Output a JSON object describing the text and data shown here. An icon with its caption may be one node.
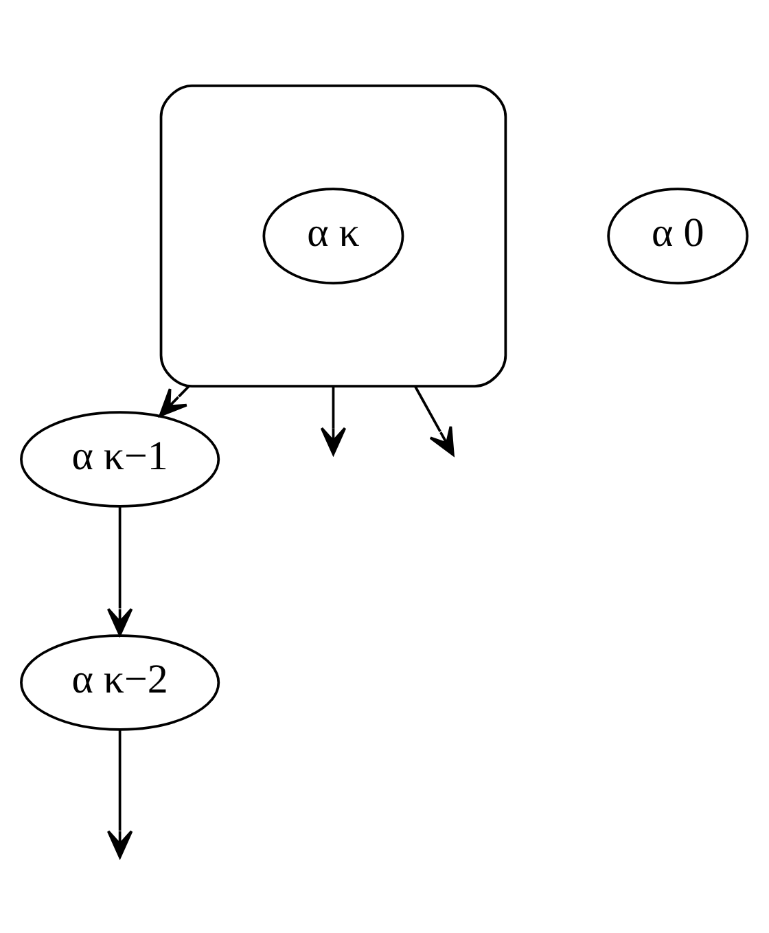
{
  "diagram": {
    "nodes": [
      {
        "text": [],
        "shape": "ellipse"
      },
      {
        "text": [
          "α κ"
        ],
        "in": 0
      },
      {
        "text": [
          "α κ−1"
        ]
      },
      {
        "text": [
          "α κ−2"
        ]
      },
      {
        "text": [
          "α 0"
        ]
      }
    ],
    "edges": [
      {
        "from": 0,
        "to": null,
        "arrow": "to"
      },
      {
        "from": 0,
        "to": null,
        "arrow": "to"
      },
      {
        "from": 0,
        "to": 2,
        "arrow": "to"
      },
      {
        "from": 2,
        "to": 3,
        "arrow": "to"
      },
      {
        "from": 3,
        "to": null,
        "arrow": "to"
      }
    ]
  }
}
